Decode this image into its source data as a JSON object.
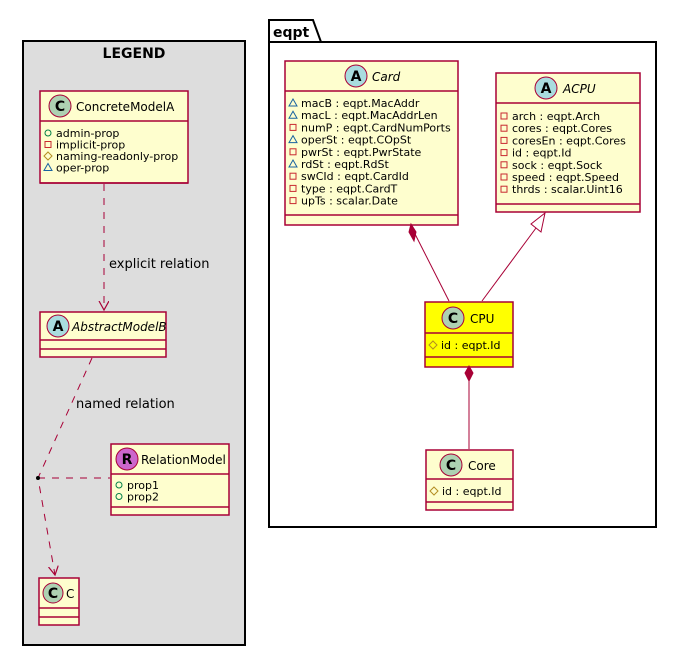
{
  "legend": {
    "title": "LEGEND",
    "concrete": {
      "stereotype": "C",
      "name": "ConcreteModelA",
      "attrs": [
        {
          "vis": "public",
          "text": "admin-prop"
        },
        {
          "vis": "private",
          "text": "implicit-prop"
        },
        {
          "vis": "protected",
          "text": "naming-readonly-prop"
        },
        {
          "vis": "package",
          "text": "oper-prop"
        }
      ]
    },
    "abstract": {
      "stereotype": "A",
      "name": "AbstractModelB"
    },
    "relation_model": {
      "stereotype": "R",
      "name": "RelationModel",
      "attrs": [
        {
          "vis": "public",
          "text": "prop1"
        },
        {
          "vis": "public",
          "text": "prop2"
        }
      ]
    },
    "c": {
      "stereotype": "C",
      "name": "C"
    },
    "explicit_label": "explicit relation",
    "named_label": "named relation"
  },
  "package": {
    "name": "eqpt",
    "card": {
      "stereotype": "A",
      "name": "Card",
      "attrs": [
        {
          "vis": "package",
          "text": "macB : eqpt.MacAddr"
        },
        {
          "vis": "package",
          "text": "macL : eqpt.MacAddrLen"
        },
        {
          "vis": "private",
          "text": "numP : eqpt.CardNumPorts"
        },
        {
          "vis": "package",
          "text": "operSt : eqpt.COpSt"
        },
        {
          "vis": "private",
          "text": "pwrSt : eqpt.PwrState"
        },
        {
          "vis": "package",
          "text": "rdSt : eqpt.RdSt"
        },
        {
          "vis": "private",
          "text": "swCId : eqpt.CardId"
        },
        {
          "vis": "private",
          "text": "type : eqpt.CardT"
        },
        {
          "vis": "private",
          "text": "upTs : scalar.Date"
        }
      ]
    },
    "acpu": {
      "stereotype": "A",
      "name": "ACPU",
      "attrs": [
        {
          "vis": "private",
          "text": "arch : eqpt.Arch"
        },
        {
          "vis": "private",
          "text": "cores : eqpt.Cores"
        },
        {
          "vis": "private",
          "text": "coresEn : eqpt.Cores"
        },
        {
          "vis": "private",
          "text": "id : eqpt.Id"
        },
        {
          "vis": "private",
          "text": "sock : eqpt.Sock"
        },
        {
          "vis": "private",
          "text": "speed : eqpt.Speed"
        },
        {
          "vis": "private",
          "text": "thrds : scalar.Uint16"
        }
      ]
    },
    "cpu": {
      "stereotype": "C",
      "name": "CPU",
      "attrs": [
        {
          "vis": "protected",
          "text": "id : eqpt.Id"
        }
      ]
    },
    "core": {
      "stereotype": "C",
      "name": "Core",
      "attrs": [
        {
          "vis": "protected",
          "text": "id : eqpt.Id"
        }
      ]
    }
  },
  "colors": {
    "class_fill": "#FEFECE",
    "border": "#A80036",
    "highlight": "#FFFF00",
    "legend_bg": "#DDDDDD",
    "circle_c": "#ADD1B2",
    "circle_a": "#A9DCDF",
    "circle_r": "#CC66CC",
    "vis_public": "#038048",
    "vis_private": "#C82930",
    "vis_protected": "#B38D22",
    "vis_package": "#1963A0"
  }
}
